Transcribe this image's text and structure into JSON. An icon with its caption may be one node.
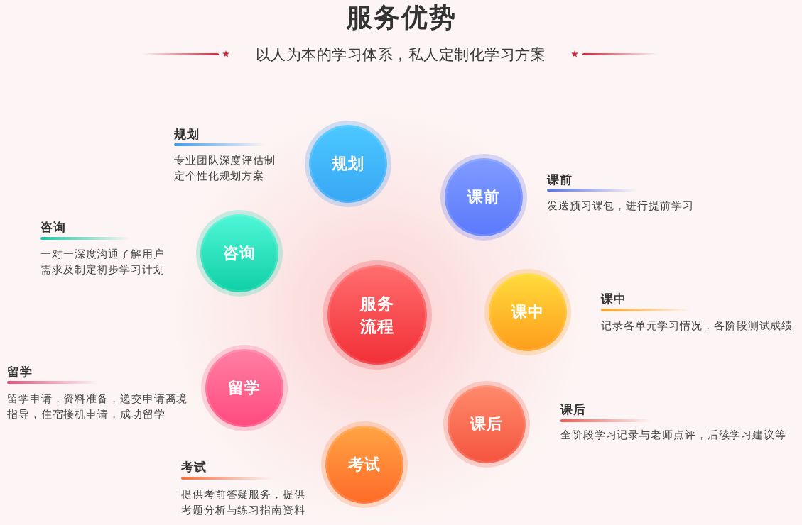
{
  "diagram": {
    "title": "服务优势",
    "nodes": [
      {
        "text": [
          "服务流程"
        ]
      },
      {
        "text": [
          "咨询"
        ],
        "beside": [
          "咨询",
          "一对一深度沟通了解用户需求及制定初步学习计划"
        ]
      },
      {
        "text": [
          "规划"
        ],
        "beside": [
          "规划",
          "专业团队深度评估制定个性化规划方案"
        ]
      },
      {
        "text": [
          "课前"
        ],
        "beside": [
          "课前",
          "发送预习课包，进行提前学习"
        ]
      },
      {
        "text": [
          "课中"
        ],
        "beside": [
          "课中",
          "记录各单元学习情况，各阶段测试成绩"
        ]
      },
      {
        "text": [
          "课后"
        ],
        "beside": [
          "课后",
          "全阶段学习记录与老师点评，后续学习建议等"
        ]
      },
      {
        "text": [
          "考试"
        ],
        "beside": [
          "考试",
          "提供考前答疑服务，提供考题分析与练习指南资料"
        ]
      },
      {
        "text": [
          "留学"
        ],
        "beside": [
          "留学",
          "留学申请，资料准备，递交申请离境指导，住宿接机申请，成功留学"
        ]
      }
    ],
    "labels": [
      "以人为本的学习体系，私人定制化学习方案"
    ]
  }
}
